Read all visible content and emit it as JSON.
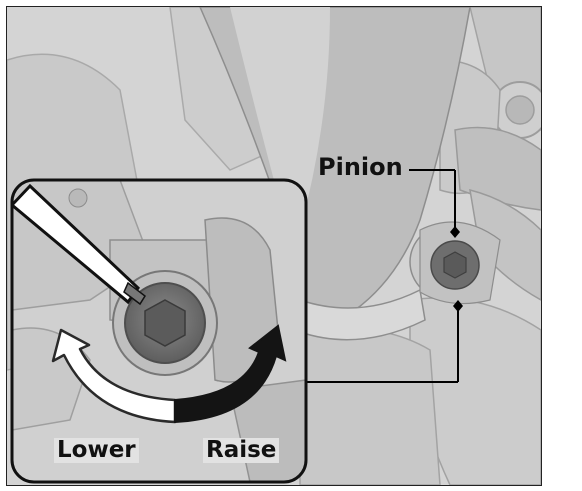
{
  "labels": {
    "pinion": "Pinion",
    "lower": "Lower",
    "raise": "Raise"
  },
  "colors": {
    "background": "#d4d4d4",
    "paper": "#ffffff",
    "frame": "#111111",
    "raise_arrow": "#1a1a1a",
    "lower_arrow": "#ffffff"
  },
  "icons": [
    "screwdriver-icon",
    "hex-bolt-icon",
    "lower-arrow-icon",
    "raise-arrow-icon"
  ]
}
